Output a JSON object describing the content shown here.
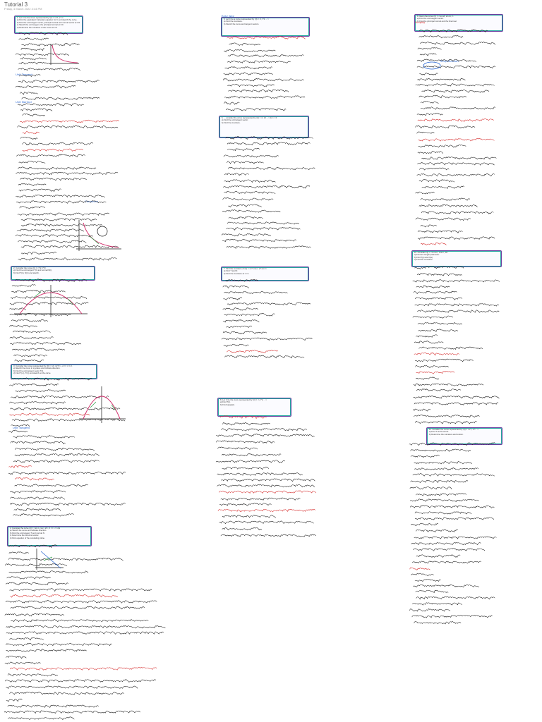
{
  "header": {
    "title": "Tutorial 3",
    "subtitle": "Friday, 4 March 2022     4:44 PM"
  },
  "colors": {
    "ink": "#161616",
    "border": "#6b3fa0",
    "border_inner": "#27a6a0",
    "highlight_red": "#d32424",
    "highlight_blue": "#1f5fcf",
    "curve_pink": "#d2346f",
    "curve_green": "#2d9b46"
  },
  "problems": [
    {
      "id": "p1",
      "lines": [
        "1.  Let C be the curve represented by r(t) = <e^t, e^-t>",
        "a) Find the equivalent Cartesian equation for C and sketch the curve.",
        "b) Find the unit tangent vector, principal normal unit normal vector at t=0.",
        "c) Sketch the unit tangent, the principal normal at t=0.",
        "d) Determine the curvature of the curve at t=0."
      ]
    },
    {
      "id": "p2",
      "lines": [
        "2.  Consider the curve r(t) = <t^2, t^3>",
        "a) Find the unit tangent T(t) and normal N(t).",
        "b) Find T(1), N(1) and sketch."
      ]
    },
    {
      "id": "p3",
      "lines": [
        "3.  Consider the curve represented by r(t) = <2t, 4-t^2>, -2 <= t <= 2.",
        "a) Sketch the curve in xy-plane and indicate direction.",
        "b) Find the unit tangent vector T(t).",
        "c) Find T(-1), T(1) and sketch on the curve."
      ]
    },
    {
      "id": "p4",
      "lines": [
        "4.  Consider the curve r(t) = <sin t, cos t, 2t>, 0 <= t <= 2pi",
        "a) Sketch the curve and indicate direction.",
        "b) Find the unit tangent T and normal N.",
        "c) Determine the binormal vector.",
        "d) Find equation of the osculating plane."
      ]
    },
    {
      "id": "p5",
      "lines": [
        "5.  Let C be a curve represented by r(t) = <t, t^2 ... >",
        "a) Find the curvature.",
        "b) Sketch the curve and tangent vectors."
      ]
    },
    {
      "id": "p6",
      "lines": [
        "6.  ... consider the curve represented by r(t) = <t, 1/t ...> for t > 0",
        "a) Find the unit tangent vector.",
        "b) Find the curvature."
      ]
    },
    {
      "id": "p7",
      "lines": [
        "7.  Find the curvature of r(t) = <e^t cos t, e^t sin t>",
        "a) Find T and N.",
        "b) Find the curvature at t = 0."
      ]
    },
    {
      "id": "p8",
      "lines": [
        "8.  Let C be the curve represented by r(t) = <t, t^2, ...>",
        "a) Find T(t).",
        "b) Find kappa(t)."
      ]
    },
    {
      "id": "p9",
      "lines": [
        "9.  Given the curve r(t) = <cos 2t, sin 2t, t>",
        "a) Find the unit tangent vector.",
        "b) Find the principal normal and the binormal."
      ]
    },
    {
      "id": "p10",
      "lines": [
        "10.  Consider r(t) = <3 cos t, 3 sin t, 4t>",
        "a) Find arc length parameter.",
        "b) Find T(s) and N(s).",
        "c) Find the curvature."
      ]
    },
    {
      "id": "p11",
      "lines": [
        "11.  Consider the curve represented by r(t) = <e^t, e^t ...>",
        "a) Find T and N at t=0.",
        "b) Determine the curvature and torsion."
      ]
    }
  ],
  "annotations": [
    {
      "id": "a1",
      "text": "Unit Tangent"
    },
    {
      "id": "a2",
      "text": "Unit Normal"
    },
    {
      "id": "a3",
      "text": "Curvature"
    },
    {
      "id": "a4",
      "text": "Unit Tangent"
    },
    {
      "id": "a5",
      "text": "Easy way"
    },
    {
      "id": "a6",
      "text": "Simplification"
    },
    {
      "id": "a7",
      "text": "Simplify"
    }
  ]
}
